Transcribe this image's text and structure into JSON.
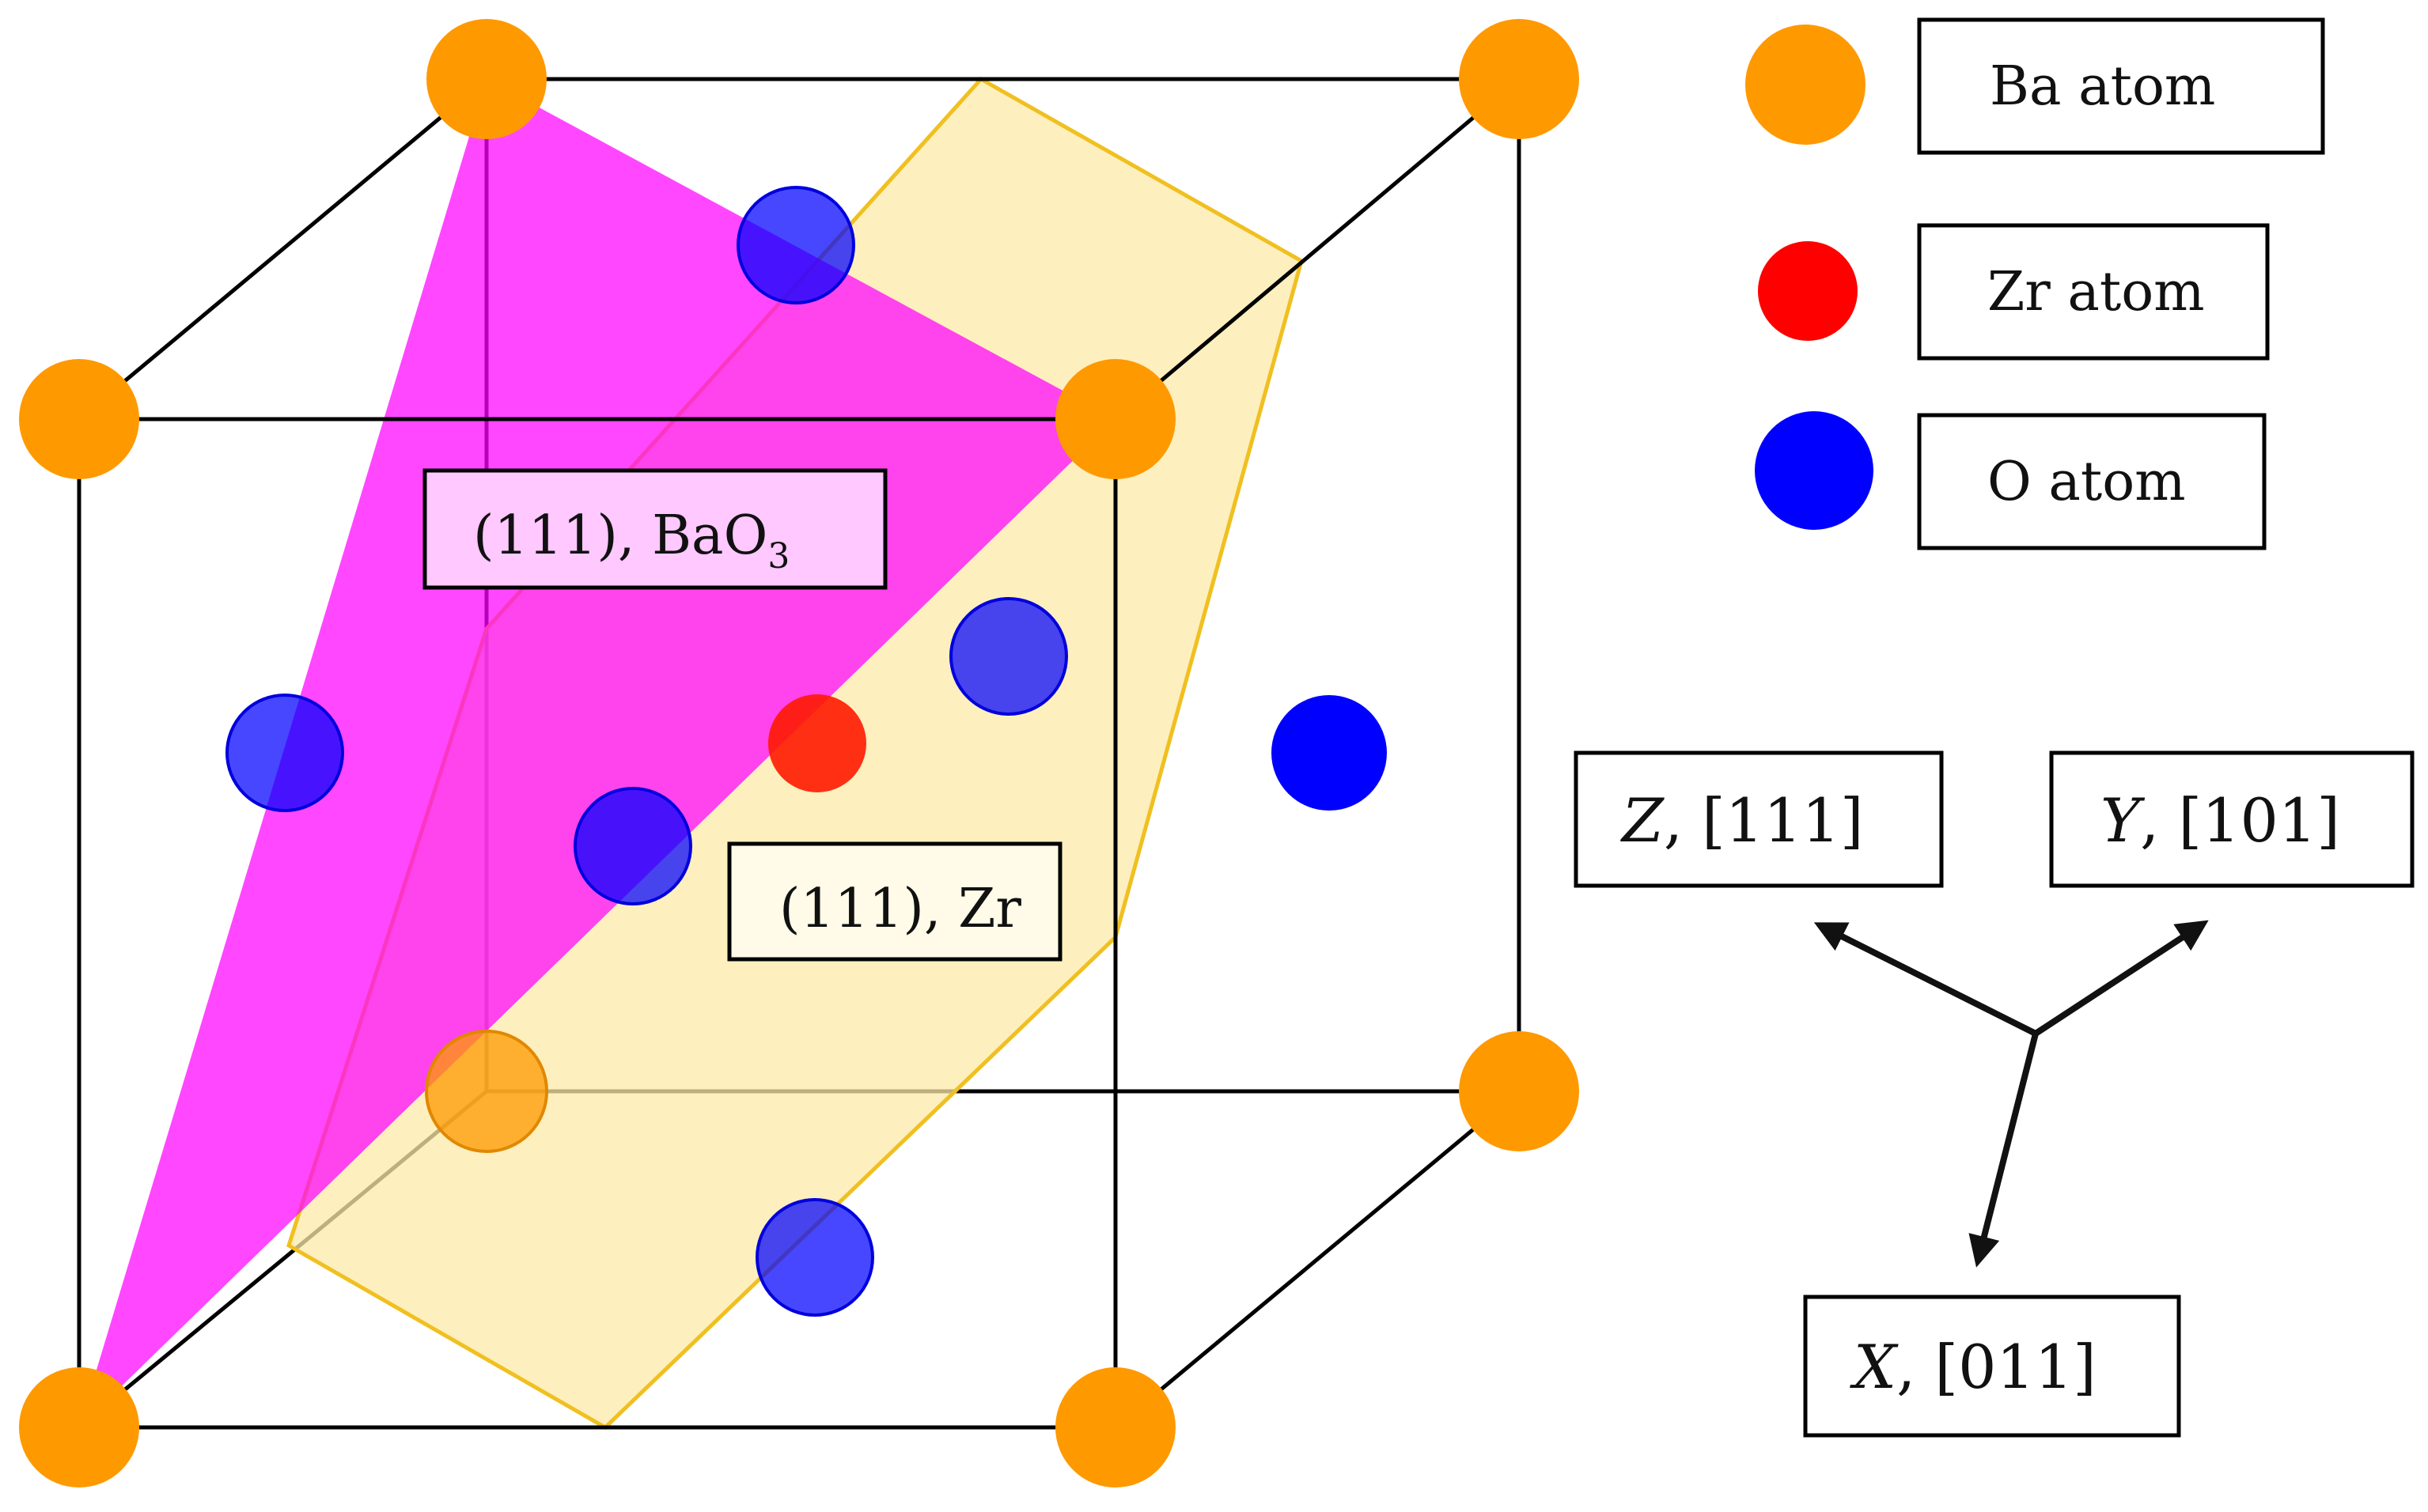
{
  "legend": {
    "ba_label": "Ba atom",
    "zr_label": "Zr atom",
    "o_label": "O atom"
  },
  "planes": {
    "bao3_label_main": "(111), BaO",
    "bao3_label_sub": "3",
    "zr_label": "(111), Zr"
  },
  "axes": {
    "z_var": "Z",
    "z_dir": ", [111]",
    "y_var": "Y",
    "y_dir": ", [101]",
    "x_var": "X",
    "x_dir": ", [011]"
  },
  "colors": {
    "ba": "#ff9900",
    "zr": "#ff1a00",
    "o": "#0000ff",
    "bao3_plane": "#ff00ff",
    "zr_plane": "#fde9a8",
    "zr_plane_edge": "#f0c020",
    "edge": "#000000"
  }
}
